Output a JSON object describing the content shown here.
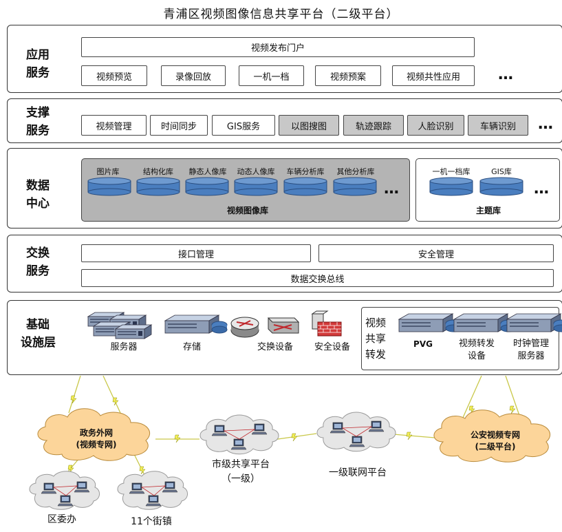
{
  "title": "青浦区视频图像信息共享平台（二级平台）",
  "layers": {
    "app": {
      "name_l1": "应用",
      "name_l2": "服务",
      "portal": "视频发布门户",
      "items": [
        "视频预览",
        "录像回放",
        "一机一档",
        "视频预案",
        "视频共性应用"
      ],
      "more": "…"
    },
    "support": {
      "name_l1": "支撑",
      "name_l2": "服务",
      "items": [
        "视频管理",
        "时间同步",
        "GIS服务",
        "以图搜图",
        "轨迹跟踪",
        "人脸识别",
        "车辆识别"
      ],
      "more": "…"
    },
    "data": {
      "name_l1": "数据",
      "name_l2": "中心",
      "video_dbs": [
        "图片库",
        "结构化库",
        "静态人像库",
        "动态人像库",
        "车辆分析库",
        "其他分析库"
      ],
      "video_group": "视频图像库",
      "theme_dbs": [
        "一机一档库",
        "GIS库"
      ],
      "theme_group": "主题库",
      "more": "…"
    },
    "exchange": {
      "name_l1": "交换",
      "name_l2": "服务",
      "interface": "接口管理",
      "security": "安全管理",
      "bus": "数据交换总线"
    },
    "infra": {
      "name_l1": "基础",
      "name_l2": "设施层",
      "server": "服务器",
      "storage": "存储",
      "switch": "交换设备",
      "security": "安全设备",
      "share_l1": "视频",
      "share_l2": "共享",
      "share_l3": "转发",
      "pvg": "PVG",
      "forward_l1": "视频转发",
      "forward_l2": "设备",
      "clock_l1": "时钟管理",
      "clock_l2": "服务器"
    }
  },
  "network": {
    "gov_l1": "政务外网",
    "gov_l2": "(视频专网)",
    "police_l1": "公安视频专网",
    "police_l2": "(二级平台)",
    "city_l1": "市级共享平台",
    "city_l2": "（一级）",
    "first": "一级联网平台",
    "district": "区委办",
    "streets": "11个街镇"
  },
  "colors": {
    "db_blue": "#4a7ebf",
    "cloud": "#fcd59a",
    "gray_cloud": "#e6e6e6",
    "bolt": "#f2ee58"
  }
}
